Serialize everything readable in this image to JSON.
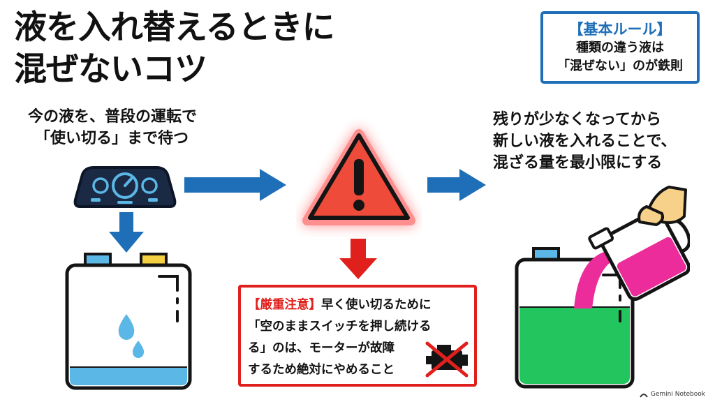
{
  "title": {
    "line1": "液を入れ替えるときに",
    "line2": "混ぜないコツ"
  },
  "basic_rule": {
    "heading": "【基本ルール】",
    "line1": "種類の違う液は",
    "line2": "「混ぜない」のが鉄則"
  },
  "step1": {
    "line1": "今の液を、普段の運転で",
    "line2": "「使い切る」まで待つ"
  },
  "step3": {
    "line1": "残りが少なくなってから",
    "line2": "新しい液を入れることで、",
    "line3": "混ざる量を最小限にする"
  },
  "warning": {
    "label": "【厳重注意】",
    "line1_rest": "早く使い切るために",
    "line2": "「空のままスイッチを押し続ける",
    "line3": "る」のは、モーターが故障",
    "line4": "するため絶対にやめること"
  },
  "footer": {
    "brand": "Gemini Notebook"
  },
  "colors": {
    "arrow_blue": "#1f6fb8",
    "warning_red": "#e0201c",
    "tank_low_fluid": "#5bb7e6",
    "tank_new_fluid": "#22c55e",
    "pink_fluid": "#ec2c9a",
    "dashboard": "#1b2a44",
    "skin": "#f7d08a"
  },
  "icons": [
    "dashboard-gauge-icon",
    "warning-triangle-icon",
    "tank-icon",
    "water-drop-icon",
    "pouring-jug-icon",
    "motor-crossed-icon",
    "arrow-right-icon",
    "arrow-down-icon"
  ]
}
